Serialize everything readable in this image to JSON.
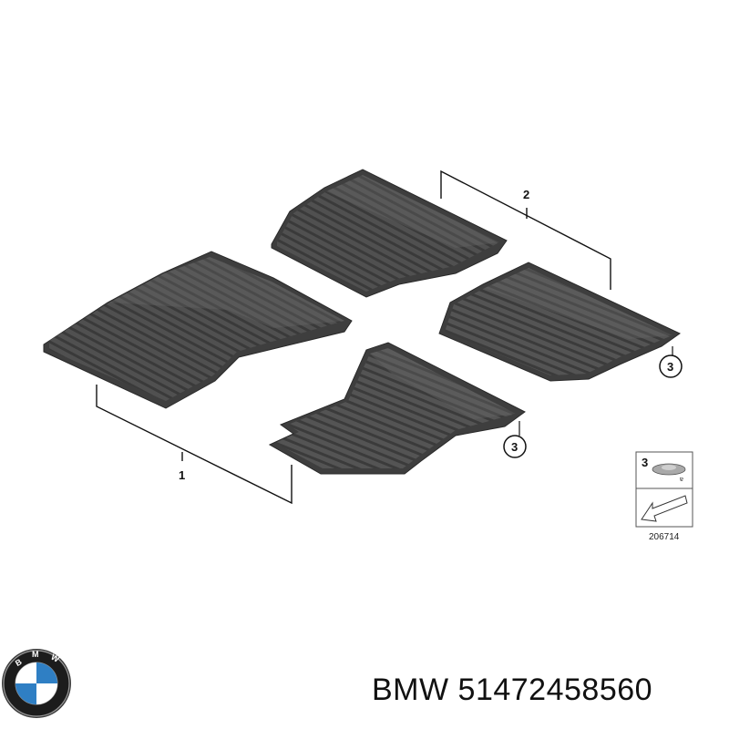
{
  "callouts": {
    "front_mats": "1",
    "rear_mats": "2",
    "fastener": "3"
  },
  "inset": {
    "item_number": "3",
    "small_mark": "ɐ",
    "reference": "206714"
  },
  "logo": {
    "brand_letters": "BMW"
  },
  "caption": {
    "brand": "BMW",
    "part_number": "51472458560"
  }
}
